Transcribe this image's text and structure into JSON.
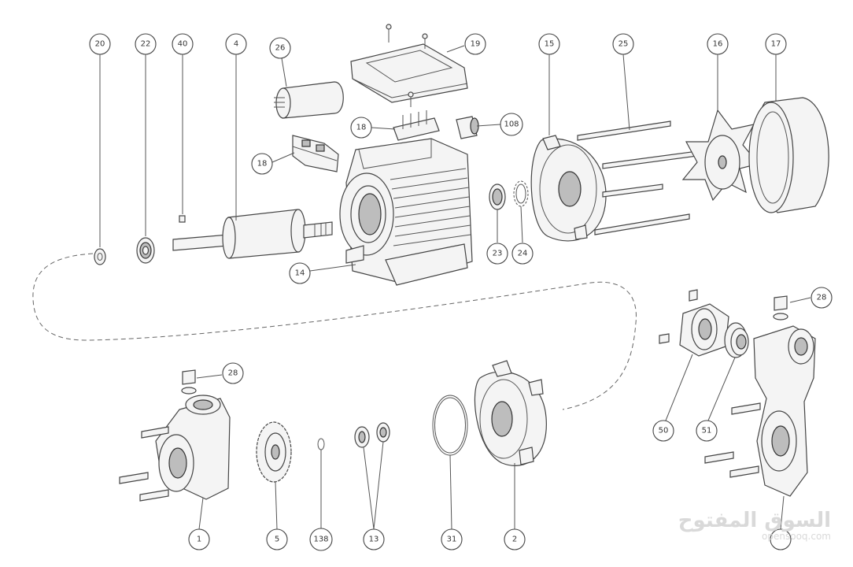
{
  "watermark": {
    "arabic": "السوق المفتوح",
    "latin": "opensooq.com"
  },
  "callouts": [
    {
      "id": "c20",
      "label": "20"
    },
    {
      "id": "c22",
      "label": "22"
    },
    {
      "id": "c40",
      "label": "40"
    },
    {
      "id": "c4",
      "label": "4"
    },
    {
      "id": "c26",
      "label": "26"
    },
    {
      "id": "c19",
      "label": "19"
    },
    {
      "id": "c15",
      "label": "15"
    },
    {
      "id": "c25",
      "label": "25"
    },
    {
      "id": "c16",
      "label": "16"
    },
    {
      "id": "c17",
      "label": "17"
    },
    {
      "id": "c18a",
      "label": "18"
    },
    {
      "id": "c18b",
      "label": "18"
    },
    {
      "id": "c108",
      "label": "108"
    },
    {
      "id": "c23",
      "label": "23"
    },
    {
      "id": "c24",
      "label": "24"
    },
    {
      "id": "c14",
      "label": "14"
    },
    {
      "id": "c28a",
      "label": "28"
    },
    {
      "id": "c28b",
      "label": "28"
    },
    {
      "id": "c50",
      "label": "50"
    },
    {
      "id": "c51",
      "label": "51"
    },
    {
      "id": "c1",
      "label": "1"
    },
    {
      "id": "c5",
      "label": "5"
    },
    {
      "id": "c138",
      "label": "138"
    },
    {
      "id": "c13",
      "label": "13"
    },
    {
      "id": "c31",
      "label": "31"
    },
    {
      "id": "c2",
      "label": "2"
    }
  ]
}
